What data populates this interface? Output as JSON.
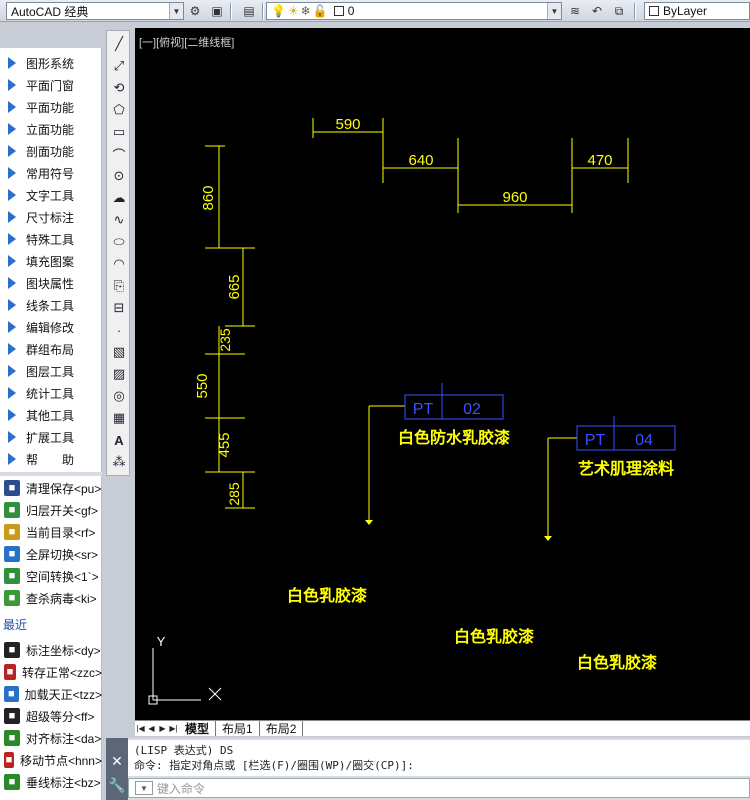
{
  "toolbar": {
    "workspace": "AutoCAD 经典",
    "layer": "0",
    "linetype": "ByLayer"
  },
  "palette": {
    "categories": [
      "图形系统",
      "平面门窗",
      "平面功能",
      "立面功能",
      "剖面功能",
      "常用符号",
      "文字工具",
      "尺寸标注",
      "特殊工具",
      "填充图案",
      "图块属性",
      "线条工具",
      "编辑修改",
      "群组布局",
      "图层工具",
      "统计工具",
      "其他工具",
      "扩展工具",
      "帮　　助"
    ],
    "commands": [
      {
        "label": "清理保存<pu>",
        "icon": "save-icon",
        "color": "#2b4d8c"
      },
      {
        "label": "归层开关<gf>",
        "icon": "layers-icon",
        "color": "#2f8f3a"
      },
      {
        "label": "当前目录<rf>",
        "icon": "dwg-folder-icon",
        "color": "#c99a1a"
      },
      {
        "label": "全屏切换<sr>",
        "icon": "fullscreen-icon",
        "color": "#2a6fc9"
      },
      {
        "label": "空间转换<1`>",
        "icon": "space-switch-icon",
        "color": "#2f8f3a"
      },
      {
        "label": "查杀病毒<ki>",
        "icon": "shield-icon",
        "color": "#3a9a3a"
      }
    ],
    "recent_label": "最近",
    "recent": [
      {
        "label": "标注坐标<dy>",
        "icon": "coordinate-icon",
        "color": "#222"
      },
      {
        "label": "转存正常<zzc>",
        "icon": "convert-icon",
        "color": "#b22"
      },
      {
        "label": "加载天正<tzz>",
        "icon": "tangent-icon",
        "color": "#2a6fc9"
      },
      {
        "label": "超级等分<ff>",
        "icon": "divide-icon",
        "color": "#222"
      },
      {
        "label": "对齐标注<da>",
        "icon": "align-dim-icon",
        "color": "#2a8a2a"
      },
      {
        "label": "移动节点<hnn>",
        "icon": "move-node-icon",
        "color": "#b22"
      },
      {
        "label": "垂线标注<bz>",
        "icon": "perp-dim-icon",
        "color": "#2a8a2a"
      }
    ]
  },
  "viewport": {
    "label": "[一][俯视][二维线框]"
  },
  "drawing": {
    "dims_horizontal": [
      "590",
      "640",
      "960",
      "470"
    ],
    "dims_vertical": [
      "860",
      "665",
      "235",
      "550",
      "455",
      "285"
    ],
    "tags": [
      {
        "code": "PT",
        "num": "02",
        "note": "白色防水乳胶漆"
      },
      {
        "code": "PT",
        "num": "04",
        "note": "艺术肌理涂料"
      }
    ],
    "notes": [
      "白色乳胶漆",
      "白色乳胶漆",
      "白色乳胶漆"
    ],
    "ucs_label": "Y",
    "colors": {
      "dim": "#ffff00",
      "tag_box": "#3a50ff",
      "text": "#ffff00",
      "ucs": "#ffffff"
    }
  },
  "tabs": {
    "items": [
      "模型",
      "布局1",
      "布局2"
    ]
  },
  "command": {
    "history_1": "(LISP 表达式) DS",
    "history_2": "命令: 指定对角点或 [栏选(F)/圈围(WP)/圈交(CP)]:",
    "placeholder": "键入命令"
  }
}
